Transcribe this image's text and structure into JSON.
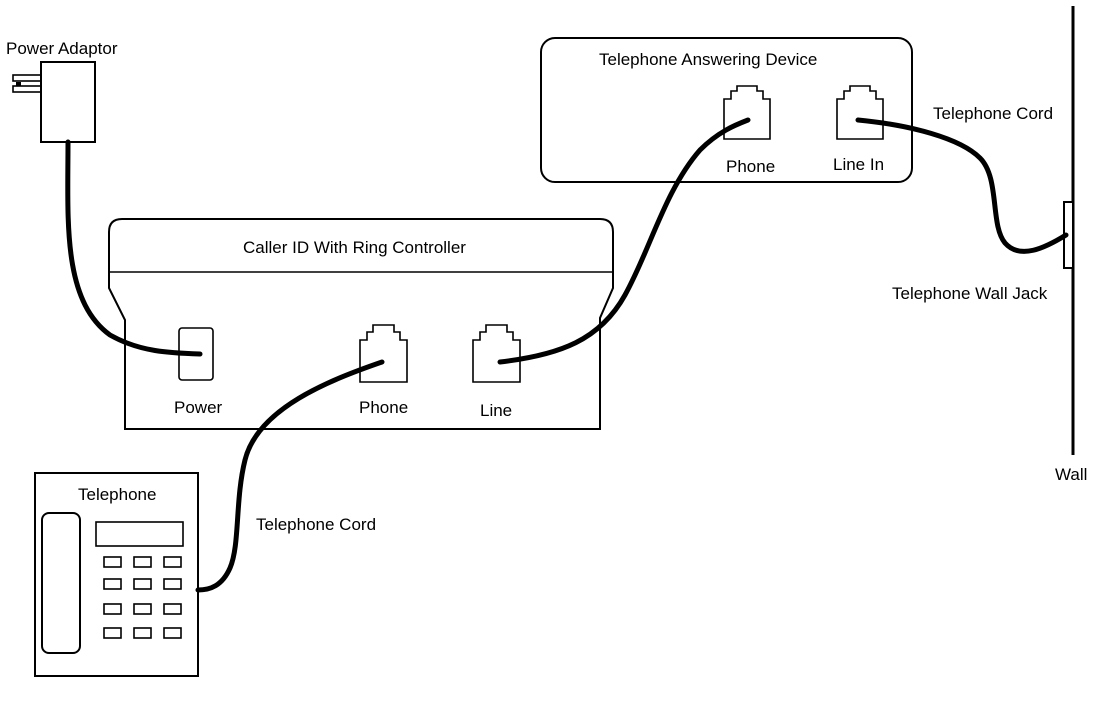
{
  "labels": {
    "power_adaptor": "Power Adaptor",
    "answering_device": "Telephone Answering Device",
    "tad_phone": "Phone",
    "tad_line_in": "Line In",
    "cord_top": "Telephone Cord",
    "caller_id": "Caller ID With Ring Controller",
    "wall_jack": "Telephone Wall Jack",
    "cid_power": "Power",
    "cid_phone": "Phone",
    "cid_line": "Line",
    "wall": "Wall",
    "telephone": "Telephone",
    "cord_bottom": "Telephone Cord"
  },
  "colors": {
    "ink": "#000000",
    "paper": "#ffffff"
  }
}
